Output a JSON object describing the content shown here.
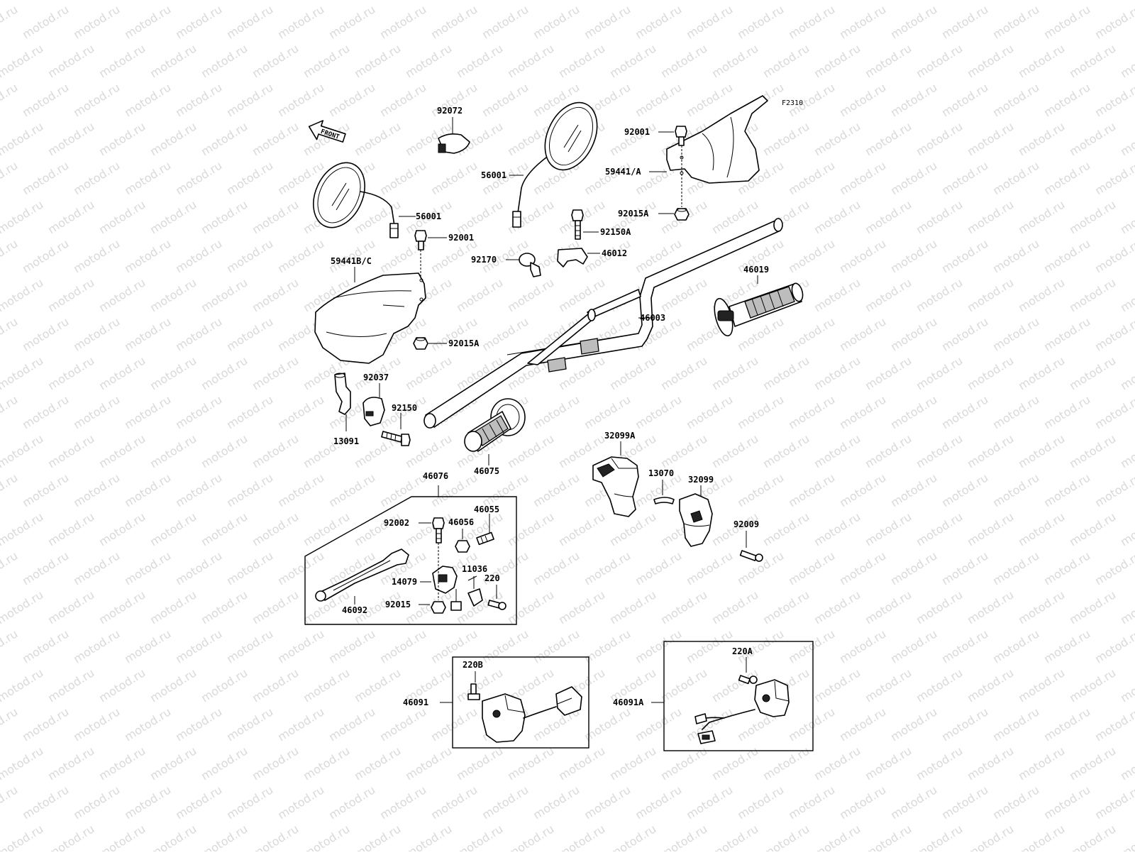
{
  "diagram_code": "F2310",
  "front_arrow_label": "FRONT",
  "watermark_text": "motod.ru",
  "labels": {
    "p92072": "92072",
    "p56001_left": "56001",
    "p56001_right": "56001",
    "p92001_left": "92001",
    "p92001_right": "92001",
    "p59441BC": "59441B/C",
    "p59441A": "59441/A",
    "p92015A_left": "92015A",
    "p92015A_right": "92015A",
    "p92150A": "92150A",
    "p92170": "92170",
    "p46012": "46012",
    "p46019": "46019",
    "p46003": "46003",
    "p92037": "92037",
    "p92150": "92150",
    "p13091": "13091",
    "p46075": "46075",
    "p32099A": "32099A",
    "p13070": "13070",
    "p32099": "32099",
    "p92009": "92009",
    "p46076": "46076",
    "p92002": "92002",
    "p46056": "46056",
    "p46055": "46055",
    "p11036": "11036",
    "p14079": "14079",
    "p220": "220",
    "p92015": "92015",
    "p46092": "46092",
    "p220B": "220B",
    "p46091": "46091",
    "p220A": "220A",
    "p46091A": "46091A"
  }
}
